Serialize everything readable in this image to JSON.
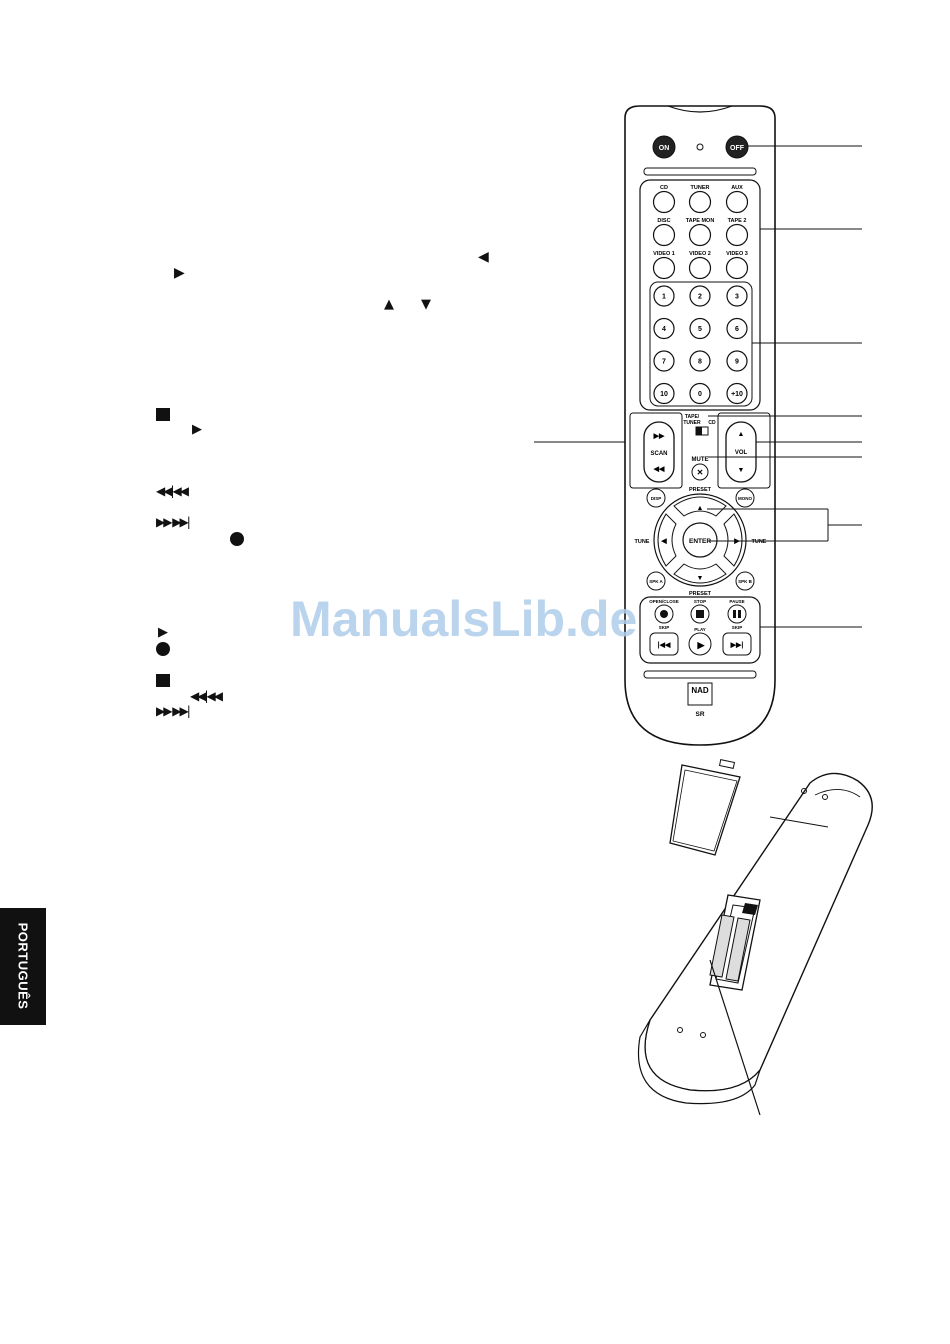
{
  "glyphs": {
    "left_triangle": "◀",
    "right_triangle": "▶",
    "up_triangle": "▲",
    "down_triangle": "▼",
    "rewind_skip_back": "◀◀|◀◀",
    "forward_skip_fwd": "▶▶ ▶▶|"
  },
  "remote": {
    "on": "ON",
    "off": "OFF",
    "sources": [
      "CD",
      "TUNER",
      "AUX",
      "DISC",
      "TAPE MON",
      "TAPE 2",
      "VIDEO 1",
      "VIDEO 2",
      "VIDEO 3"
    ],
    "numbers": [
      "1",
      "2",
      "3",
      "4",
      "5",
      "6",
      "7",
      "8",
      "9",
      "10",
      "0",
      "+10"
    ],
    "switch_label_top": "TAPE/",
    "switch_label_left": "TUNER",
    "switch_label_right": "CD",
    "scan": "SCAN",
    "vol": "VOL",
    "mute": "MUTE",
    "preset_top": "PRESET",
    "preset_bottom": "PRESET",
    "disp": "DISP",
    "mono": "MONO",
    "tune_left": "TUNE",
    "tune_right": "TUNE",
    "enter": "ENTER",
    "spk_a": "SPK A",
    "spk_b": "SPK B",
    "open_close": "OPEN/CLOSE",
    "stop": "STOP",
    "pause": "PAUSE",
    "skip_left": "SKIP",
    "play": "PLAY",
    "skip_right": "SKIP",
    "brand": "NAD",
    "model": "SR"
  },
  "side_tab": "PORTUGUÊS",
  "watermark": "ManualsLib.de",
  "colors": {
    "ink": "#111111",
    "watermark": "#aecdea"
  }
}
